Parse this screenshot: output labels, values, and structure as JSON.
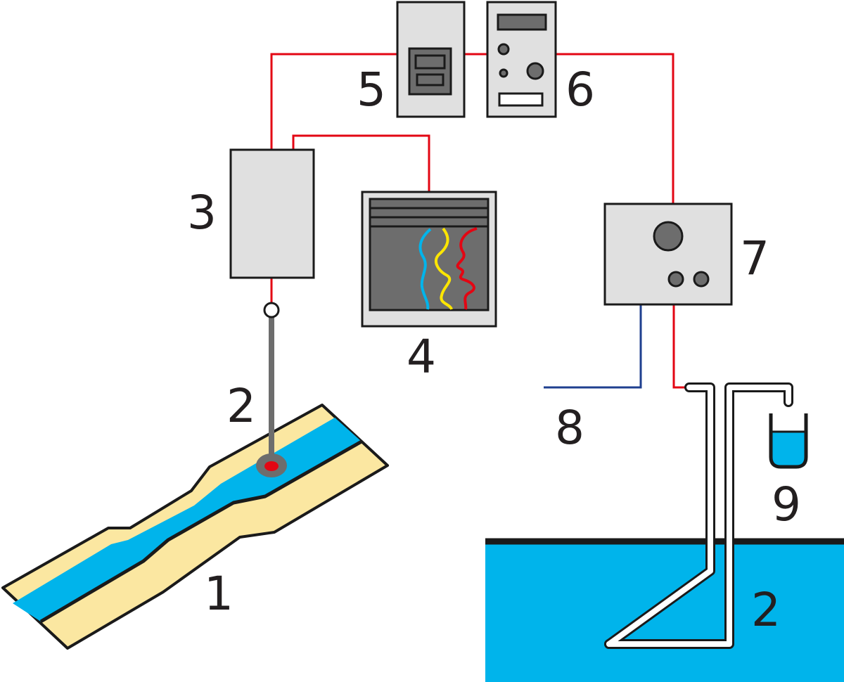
{
  "labels": {
    "stream": "1",
    "probe_stream": "2",
    "probe_tank": "2",
    "control_box": "3",
    "monitor": "4",
    "switch_unit": "5",
    "controller": "6",
    "pump_unit": "7",
    "outflow_line": "8",
    "sample_cup": "9"
  },
  "colors": {
    "wire": "#e30613",
    "water": "#00b4eb",
    "sand": "#fbe7a1",
    "device_fill": "#e0e0e0",
    "dark_panel": "#6d6d6d",
    "drain": "#1f3f8f",
    "trace_blue": "#00b4eb",
    "trace_yellow": "#ffe600",
    "trace_red": "#e30613",
    "outline": "#1a1a1a"
  }
}
